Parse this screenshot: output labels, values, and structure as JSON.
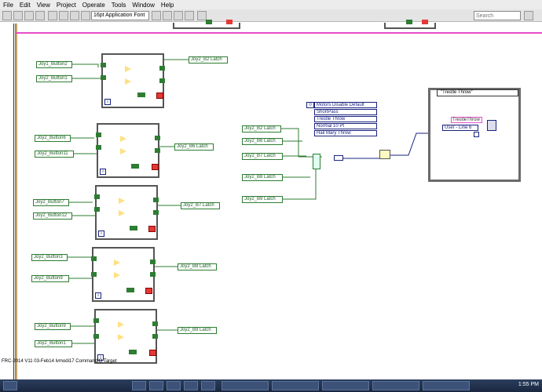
{
  "menu": [
    "File",
    "Edit",
    "View",
    "Project",
    "Operate",
    "Tools",
    "Window",
    "Help"
  ],
  "toolbar": {
    "font": "16pt Application Font",
    "search_placeholder": "Search"
  },
  "left_controls": [
    "Joy1_Button2",
    "Joy2_Button1",
    "Joy2_Button6",
    "Joy2_Button11",
    "Joy2_Button7",
    "Joy2_Button12",
    "Joy2_Button3",
    "Joy2_Button9",
    "Joy2_Button9",
    "Joy2_Button1"
  ],
  "latch_outputs": [
    "Joy2_B2 Latch",
    "Joy2_B6 Latch",
    "Joy2_B7 Latch",
    "Joy2_B8 Latch",
    "Joy2_B9 Latch"
  ],
  "latch_inputs": [
    "Joy2_B2 Latch",
    "Joy2_B6 Latch",
    "Joy2_B7 Latch",
    "Joy2_B8 Latch",
    "Joy2_B9 Latch"
  ],
  "enum": {
    "index": "0",
    "items": [
      "Motors Disable Default",
      "ShortPass",
      "Trestle Throw",
      "Normal 10 Pt",
      "Hail Mary Throw"
    ]
  },
  "case": {
    "selector": "\"Trestle Throw\"",
    "string_const": "TrestleThrow",
    "user_ctrl": "User - Line 6"
  },
  "path": "FRC-2014 V11 03-Feb14 lvmodi17 CommandIO Target",
  "clock": "1:55 PM"
}
